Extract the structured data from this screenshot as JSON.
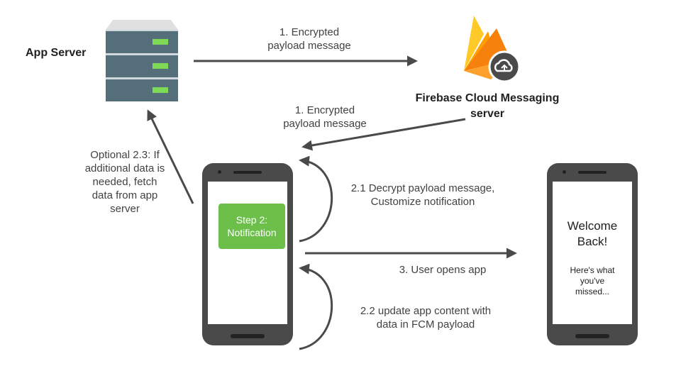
{
  "app_server": {
    "label": "App Server"
  },
  "fcm": {
    "label_line1": "Firebase Cloud Messaging",
    "label_line2": "server"
  },
  "arrows": {
    "server_to_fcm": {
      "line1": "1. Encrypted",
      "line2": "payload message"
    },
    "fcm_to_device": {
      "line1": "1. Encrypted",
      "line2": "payload message"
    },
    "device_to_server": {
      "line1": "Optional 2.3: If",
      "line2": "additional data is",
      "line3": "needed, fetch",
      "line4": "data from app",
      "line5": "server"
    },
    "decrypt": {
      "line1": "2.1 Decrypt payload message,",
      "line2": "Customize notification"
    },
    "user_opens": {
      "label": "3. User opens app"
    },
    "update": {
      "line1": "2.2 update app content with",
      "line2": "data in FCM payload"
    }
  },
  "phone_left": {
    "notification": "Step 2:\nNotification"
  },
  "phone_right": {
    "title": "Welcome\nBack!",
    "subtitle": "Here's what\nyou've\nmissed..."
  },
  "colors": {
    "arrow": "#4a4a4a",
    "notification": "#6cc04a",
    "server_body": "#546e7a",
    "led": "#7ed957"
  }
}
